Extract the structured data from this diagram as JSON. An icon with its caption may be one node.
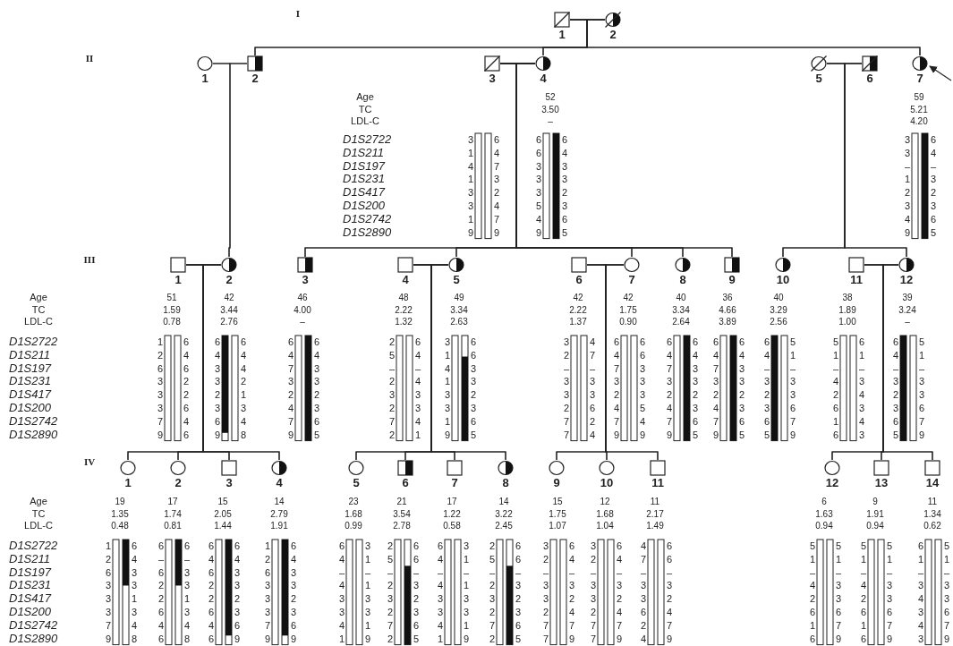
{
  "diagram": {
    "nodes": [
      {
        "text": [
          "1"
        ]
      },
      {
        "text": [
          "2"
        ]
      },
      {
        "text": [
          "1"
        ]
      },
      {
        "text": [
          "2"
        ]
      },
      {
        "text": [
          "3"
        ],
        "beside": [
          "3",
          "1",
          "4",
          "1",
          "3",
          "3",
          "1",
          "9",
          "6",
          "4",
          "7",
          "3",
          "2",
          "4",
          "7",
          "9"
        ]
      },
      {
        "text": [
          "4"
        ],
        "beside": [
          "52",
          "3.50",
          "–",
          "6",
          "6",
          "3",
          "3",
          "3",
          "5",
          "4",
          "9",
          "6",
          "4",
          "3",
          "3",
          "2",
          "3",
          "6",
          "5"
        ]
      },
      {
        "text": [
          "5"
        ]
      },
      {
        "text": [
          "6"
        ]
      },
      {
        "text": [
          "7"
        ],
        "beside": [
          "59",
          "5.21",
          "4.20",
          "3",
          "3",
          "–",
          "1",
          "2",
          "3",
          "4",
          "9",
          "6",
          "4",
          "–",
          "3",
          "2",
          "3",
          "6",
          "5"
        ]
      },
      {
        "text": [
          "1"
        ],
        "beside": [
          "51",
          "1.59",
          "0.78",
          "1",
          "2",
          "6",
          "3",
          "3",
          "3",
          "7",
          "9",
          "6",
          "4",
          "6",
          "2",
          "2",
          "6",
          "4",
          "6"
        ]
      },
      {
        "text": [
          "2"
        ],
        "beside": [
          "42",
          "3.44",
          "2.76",
          "6",
          "4",
          "3",
          "3",
          "2",
          "3",
          "6",
          "9",
          "6",
          "4",
          "4",
          "2",
          "1",
          "3",
          "4",
          "8"
        ]
      },
      {
        "text": [
          "3"
        ],
        "beside": [
          "46",
          "4.00",
          "–",
          "6",
          "4",
          "7",
          "3",
          "2",
          "4",
          "7",
          "9",
          "6",
          "4",
          "3",
          "3",
          "2",
          "3",
          "6",
          "5"
        ]
      },
      {
        "text": [
          "4"
        ],
        "beside": [
          "48",
          "2.22",
          "1.32",
          "2",
          "5",
          "–",
          "2",
          "3",
          "2",
          "7",
          "2",
          "6",
          "4",
          "–",
          "4",
          "3",
          "3",
          "4",
          "1"
        ]
      },
      {
        "text": [
          "5"
        ],
        "beside": [
          "49",
          "3.34",
          "2.63",
          "3",
          "1",
          "4",
          "1",
          "3",
          "3",
          "1",
          "9",
          "6",
          "6",
          "3",
          "3",
          "2",
          "3",
          "6",
          "5"
        ]
      },
      {
        "text": [
          "6"
        ],
        "beside": [
          "42",
          "2.22",
          "1.37",
          "3",
          "2",
          "–",
          "3",
          "3",
          "2",
          "7",
          "7",
          "4",
          "7",
          "–",
          "3",
          "3",
          "6",
          "2",
          "4"
        ]
      },
      {
        "text": [
          "7"
        ],
        "beside": [
          "42",
          "1.75",
          "0.90",
          "6",
          "4",
          "7",
          "3",
          "2",
          "4",
          "7",
          "9",
          "6",
          "6",
          "3",
          "3",
          "3",
          "5",
          "4",
          "9"
        ]
      },
      {
        "text": [
          "8"
        ],
        "beside": [
          "40",
          "3.34",
          "2.64",
          "6",
          "4",
          "7",
          "3",
          "2",
          "4",
          "7",
          "9",
          "6",
          "4",
          "3",
          "3",
          "2",
          "3",
          "6",
          "5"
        ]
      },
      {
        "text": [
          "9"
        ],
        "beside": [
          "36",
          "4.66",
          "3.89",
          "6",
          "4",
          "7",
          "3",
          "2",
          "4",
          "7",
          "9",
          "6",
          "4",
          "3",
          "3",
          "2",
          "3",
          "6",
          "5"
        ]
      },
      {
        "text": [
          "10"
        ],
        "beside": [
          "40",
          "3.29",
          "2.56",
          "6",
          "4",
          "–",
          "3",
          "2",
          "3",
          "6",
          "5",
          "5",
          "1",
          "–",
          "3",
          "3",
          "6",
          "7",
          "9"
        ]
      },
      {
        "text": [
          "11"
        ],
        "beside": [
          "38",
          "1.89",
          "1.00",
          "5",
          "1",
          "–",
          "4",
          "2",
          "6",
          "1",
          "6",
          "6",
          "1",
          "–",
          "3",
          "4",
          "3",
          "4",
          "3"
        ]
      },
      {
        "text": [
          "12"
        ],
        "beside": [
          "39",
          "3.24",
          "–",
          "6",
          "4",
          "–",
          "3",
          "2",
          "3",
          "6",
          "5",
          "5",
          "1",
          "–",
          "3",
          "3",
          "6",
          "7",
          "9"
        ]
      },
      {
        "text": [
          "1"
        ],
        "beside": [
          "19",
          "1.35",
          "0.48",
          "1",
          "2",
          "6",
          "3",
          "3",
          "3",
          "7",
          "9",
          "6",
          "4",
          "3",
          "3",
          "1",
          "3",
          "4",
          "8"
        ]
      },
      {
        "text": [
          "2"
        ],
        "beside": [
          "17",
          "1.74",
          "0.81",
          "6",
          "–",
          "6",
          "2",
          "2",
          "6",
          "4",
          "6",
          "6",
          "–",
          "3",
          "3",
          "1",
          "3",
          "4",
          "8"
        ]
      },
      {
        "text": [
          "3"
        ],
        "beside": [
          "15",
          "2.05",
          "1.44",
          "6",
          "4",
          "6",
          "2",
          "2",
          "6",
          "4",
          "6",
          "6",
          "4",
          "3",
          "3",
          "2",
          "3",
          "6",
          "9"
        ]
      },
      {
        "text": [
          "4"
        ],
        "beside": [
          "14",
          "2.79",
          "1.91",
          "1",
          "2",
          "6",
          "3",
          "3",
          "3",
          "7",
          "9",
          "6",
          "4",
          "3",
          "3",
          "2",
          "3",
          "6",
          "9"
        ]
      },
      {
        "text": [
          "5"
        ],
        "beside": [
          "23",
          "1.68",
          "0.99",
          "6",
          "4",
          "–",
          "4",
          "3",
          "3",
          "4",
          "1",
          "3",
          "1",
          "–",
          "1",
          "3",
          "3",
          "1",
          "9"
        ]
      },
      {
        "text": [
          "6"
        ],
        "beside": [
          "21",
          "3.54",
          "2.78",
          "2",
          "5",
          "–",
          "2",
          "3",
          "2",
          "7",
          "2",
          "6",
          "6",
          "–",
          "3",
          "2",
          "3",
          "6",
          "5"
        ]
      },
      {
        "text": [
          "7"
        ],
        "beside": [
          "17",
          "1.22",
          "0.58",
          "6",
          "4",
          "–",
          "4",
          "3",
          "3",
          "4",
          "1",
          "3",
          "1",
          "–",
          "1",
          "3",
          "3",
          "1",
          "9"
        ]
      },
      {
        "text": [
          "8"
        ],
        "beside": [
          "14",
          "3.22",
          "2.45",
          "2",
          "5",
          "–",
          "2",
          "3",
          "2",
          "7",
          "2",
          "6",
          "6",
          "–",
          "3",
          "2",
          "3",
          "6",
          "5"
        ]
      },
      {
        "text": [
          "9"
        ],
        "beside": [
          "15",
          "1.75",
          "1.07",
          "3",
          "2",
          "–",
          "3",
          "3",
          "2",
          "7",
          "7",
          "6",
          "4",
          "–",
          "3",
          "2",
          "4",
          "7",
          "9"
        ]
      },
      {
        "text": [
          "10"
        ],
        "beside": [
          "12",
          "1.68",
          "1.04",
          "3",
          "2",
          "–",
          "3",
          "3",
          "2",
          "7",
          "7",
          "6",
          "4",
          "–",
          "3",
          "2",
          "4",
          "7",
          "9"
        ]
      },
      {
        "text": [
          "11"
        ],
        "beside": [
          "11",
          "2.17",
          "1.49",
          "4",
          "7",
          "–",
          "3",
          "3",
          "6",
          "2",
          "4",
          "6",
          "6",
          "–",
          "3",
          "2",
          "4",
          "7",
          "9"
        ]
      },
      {
        "text": [
          "12"
        ],
        "beside": [
          "6",
          "1.63",
          "0.94",
          "5",
          "1",
          "–",
          "4",
          "2",
          "6",
          "1",
          "6",
          "5",
          "1",
          "–",
          "3",
          "3",
          "6",
          "7",
          "9"
        ]
      },
      {
        "text": [
          "13"
        ],
        "beside": [
          "9",
          "1.91",
          "0.94",
          "5",
          "1",
          "–",
          "4",
          "2",
          "6",
          "1",
          "6",
          "5",
          "1",
          "–",
          "3",
          "3",
          "6",
          "7",
          "9"
        ]
      },
      {
        "text": [
          "14"
        ],
        "beside": [
          "11",
          "1.34",
          "0.62",
          "6",
          "1",
          "–",
          "3",
          "4",
          "3",
          "4",
          "3",
          "5",
          "1",
          "–",
          "3",
          "3",
          "6",
          "7",
          "9"
        ]
      }
    ],
    "edges": [
      {
        "from": 0,
        "to": 1,
        "arrow": "none"
      },
      {
        "from": 0,
        "to": 3,
        "arrow": "none"
      },
      {
        "from": 1,
        "to": 3,
        "arrow": "none"
      },
      {
        "from": 0,
        "to": 5,
        "arrow": "none"
      },
      {
        "from": 1,
        "to": 5,
        "arrow": "none"
      },
      {
        "from": 0,
        "to": 8,
        "arrow": "none"
      },
      {
        "from": 1,
        "to": 8,
        "arrow": "none"
      },
      {
        "from": 2,
        "to": 3,
        "arrow": "none"
      },
      {
        "from": 2,
        "to": 10,
        "arrow": "none"
      },
      {
        "from": 3,
        "to": 10,
        "arrow": "none"
      },
      {
        "from": 4,
        "to": 5,
        "arrow": "none"
      },
      {
        "from": 4,
        "to": 11,
        "arrow": "none"
      },
      {
        "from": 5,
        "to": 11,
        "arrow": "none"
      },
      {
        "from": 4,
        "to": 13,
        "arrow": "none"
      },
      {
        "from": 5,
        "to": 13,
        "arrow": "none"
      },
      {
        "from": 4,
        "to": 15,
        "arrow": "none"
      },
      {
        "from": 5,
        "to": 15,
        "arrow": "none"
      },
      {
        "from": 4,
        "to": 16,
        "arrow": "none"
      },
      {
        "from": 5,
        "to": 16,
        "arrow": "none"
      },
      {
        "from": 4,
        "to": 17,
        "arrow": "none"
      },
      {
        "from": 5,
        "to": 17,
        "arrow": "none"
      },
      {
        "from": 6,
        "to": 7,
        "arrow": "none"
      },
      {
        "from": 6,
        "to": 18,
        "arrow": "none"
      },
      {
        "from": 7,
        "to": 18,
        "arrow": "none"
      },
      {
        "from": 6,
        "to": 20,
        "arrow": "none"
      },
      {
        "from": 7,
        "to": 20,
        "arrow": "none"
      },
      {
        "from": 9,
        "to": 10,
        "arrow": "none"
      },
      {
        "from": 9,
        "to": 21,
        "arrow": "none"
      },
      {
        "from": 10,
        "to": 21,
        "arrow": "none"
      },
      {
        "from": 9,
        "to": 22,
        "arrow": "none"
      },
      {
        "from": 10,
        "to": 22,
        "arrow": "none"
      },
      {
        "from": 9,
        "to": 23,
        "arrow": "none"
      },
      {
        "from": 10,
        "to": 23,
        "arrow": "none"
      },
      {
        "from": 9,
        "to": 24,
        "arrow": "none"
      },
      {
        "from": 10,
        "to": 24,
        "arrow": "none"
      },
      {
        "from": 12,
        "to": 13,
        "arrow": "none"
      },
      {
        "from": 12,
        "to": 25,
        "arrow": "none"
      },
      {
        "from": 13,
        "to": 25,
        "arrow": "none"
      },
      {
        "from": 12,
        "to": 26,
        "arrow": "none"
      },
      {
        "from": 13,
        "to": 26,
        "arrow": "none"
      },
      {
        "from": 12,
        "to": 27,
        "arrow": "none"
      },
      {
        "from": 13,
        "to": 27,
        "arrow": "none"
      },
      {
        "from": 12,
        "to": 28,
        "arrow": "none"
      },
      {
        "from": 13,
        "to": 28,
        "arrow": "none"
      },
      {
        "from": 14,
        "to": 15,
        "arrow": "none"
      },
      {
        "from": 14,
        "to": 29,
        "arrow": "none"
      },
      {
        "from": 15,
        "to": 29,
        "arrow": "none"
      },
      {
        "from": 14,
        "to": 30,
        "arrow": "none"
      },
      {
        "from": 15,
        "to": 30,
        "arrow": "none"
      },
      {
        "from": 14,
        "to": 31,
        "arrow": "none"
      },
      {
        "from": 15,
        "to": 31,
        "arrow": "none"
      },
      {
        "from": 19,
        "to": 20,
        "arrow": "none"
      },
      {
        "from": 19,
        "to": 32,
        "arrow": "none"
      },
      {
        "from": 20,
        "to": 32,
        "arrow": "none"
      },
      {
        "from": 19,
        "to": 33,
        "arrow": "none"
      },
      {
        "from": 20,
        "to": 33,
        "arrow": "none"
      },
      {
        "from": 19,
        "to": 34,
        "arrow": "none"
      },
      {
        "from": 20,
        "to": 34,
        "arrow": "none"
      },
      {
        "from": null,
        "to": 8,
        "arrow": "to"
      }
    ],
    "labels": [
      "I",
      "II",
      "Age",
      "TC",
      "LDL-C",
      "D1S2722",
      "D1S211",
      "D1S197",
      "D1S231",
      "D1S417",
      "D1S200",
      "D1S2742",
      "D1S2890",
      "III",
      "Age",
      "TC",
      "LDL-C",
      "D1S2722",
      "D1S211",
      "D1S197",
      "D1S231",
      "D1S417",
      "D1S200",
      "D1S2742",
      "D1S2890",
      "IV",
      "Age",
      "TC",
      "LDL-C",
      "D1S2722",
      "D1S211",
      "D1S197",
      "D1S231",
      "D1S417",
      "D1S200",
      "D1S2742",
      "D1S2890"
    ]
  }
}
